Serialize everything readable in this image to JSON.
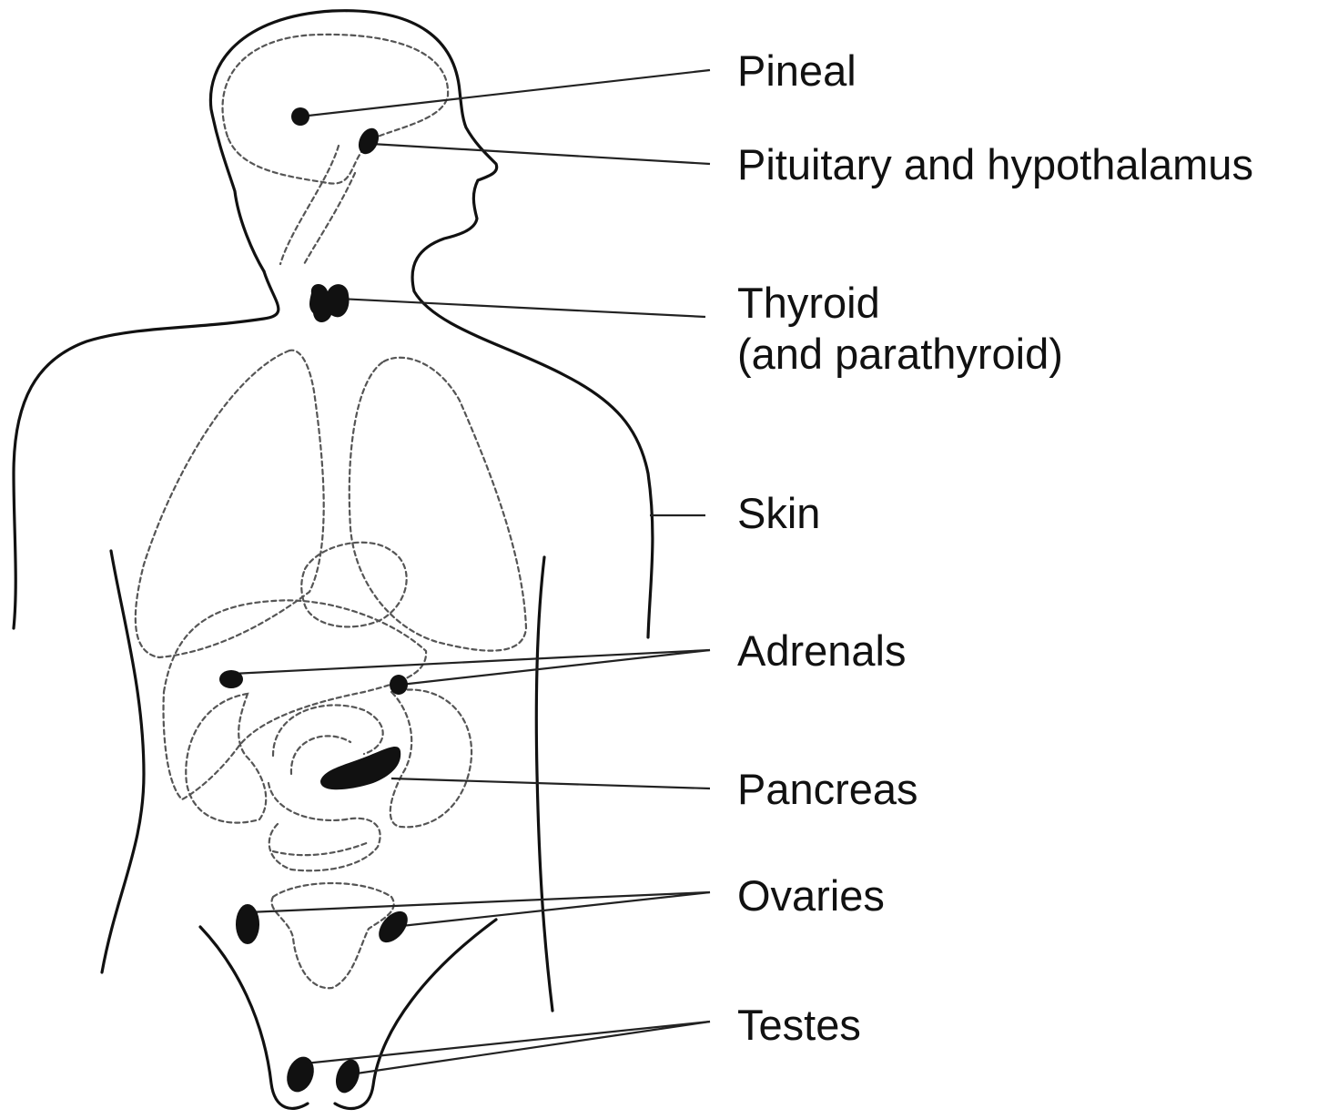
{
  "labels": {
    "pineal": "Pineal",
    "pituitary": "Pituitary and hypothalamus",
    "thyroid_line1": "Thyroid",
    "thyroid_line2": "(and parathyroid)",
    "skin": "Skin",
    "adrenals": "Adrenals",
    "pancreas": "Pancreas",
    "ovaries": "Ovaries",
    "testes": "Testes"
  },
  "colors": {
    "ink": "#111111",
    "organ_outline": "#555555",
    "background": "#ffffff"
  }
}
